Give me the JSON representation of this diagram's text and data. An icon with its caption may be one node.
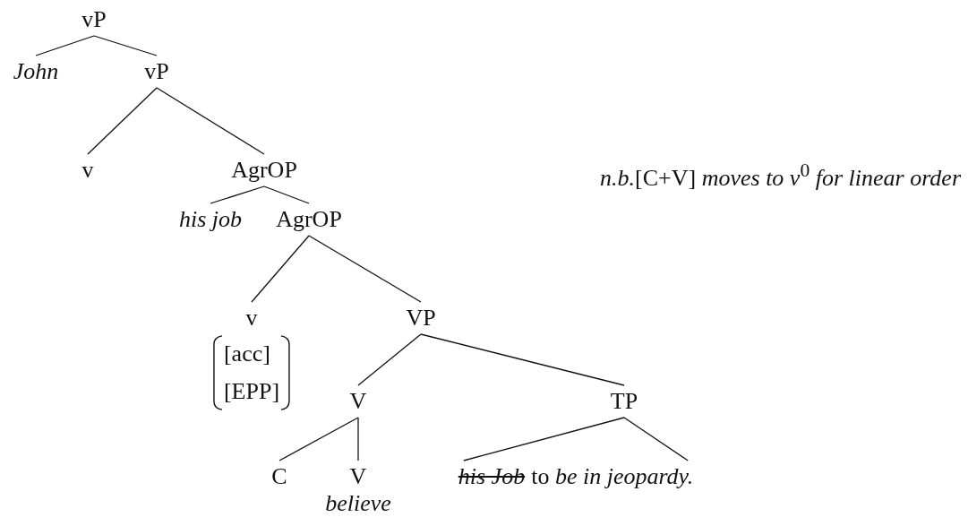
{
  "diagram": {
    "nodes": [
      {
        "text": [
          "vP"
        ]
      },
      {
        "text": [
          "John"
        ]
      },
      {
        "text": [
          "vP"
        ]
      },
      {
        "text": [
          "v"
        ]
      },
      {
        "text": [
          "AgrOP"
        ]
      },
      {
        "text": [
          "his job"
        ]
      },
      {
        "text": [
          "AgrOP"
        ]
      },
      {
        "text": [
          "v",
          "[acc]",
          "[EPP]"
        ]
      },
      {
        "text": [
          "VP"
        ]
      },
      {
        "text": [
          "V"
        ]
      },
      {
        "text": [
          "TP"
        ]
      },
      {
        "text": [
          "C"
        ]
      },
      {
        "text": [
          "V"
        ],
        "beside": [
          "believe"
        ]
      },
      {
        "text": [
          "his Job",
          "to *be in jeopardy.*"
        ]
      }
    ],
    "edges": [
      {
        "from": 0,
        "to": 1,
        "arrow": "none"
      },
      {
        "from": 0,
        "to": 2,
        "arrow": "none"
      },
      {
        "from": 2,
        "to": 3,
        "arrow": "none"
      },
      {
        "from": 2,
        "to": 4,
        "arrow": "none"
      },
      {
        "from": 4,
        "to": 5,
        "arrow": "none"
      },
      {
        "from": 4,
        "to": 6,
        "arrow": "none"
      },
      {
        "from": 6,
        "to": 7,
        "arrow": "none"
      },
      {
        "from": 6,
        "to": 8,
        "arrow": "none"
      },
      {
        "from": 8,
        "to": 9,
        "arrow": "none"
      },
      {
        "from": 8,
        "to": 10,
        "arrow": "none"
      },
      {
        "from": 9,
        "to": 11,
        "arrow": "none"
      },
      {
        "from": 9,
        "to": 12,
        "arrow": "none"
      },
      {
        "from": 10,
        "to": 13,
        "arrow": "none"
      }
    ],
    "labels": [
      "*n.b.*[C+V] *moves to v*$^{0}$ *for linear order*"
    ]
  }
}
